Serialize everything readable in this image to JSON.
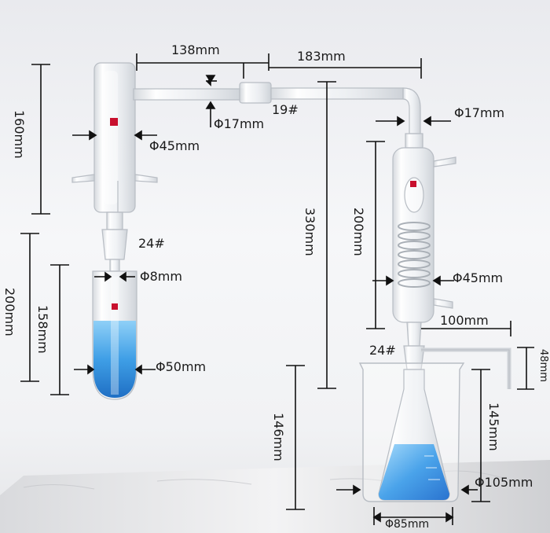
{
  "labels": {
    "top_left_width": "138mm",
    "top_right_width": "183mm",
    "side_tube_diameter": "Φ17mm",
    "condenser_top_diameter": "Φ17mm",
    "joint_19": "19#",
    "extractor_height": "160mm",
    "extractor_diameter": "Φ45mm",
    "joint_24_left": "24#",
    "neck_diameter": "Φ8mm",
    "flask_total_height": "200mm",
    "flask_inner_height": "158mm",
    "flask_diameter": "Φ50mm",
    "overall_height": "330mm",
    "condenser_height": "200mm",
    "condenser_diameter": "Φ45mm",
    "outlet_length": "100mm",
    "joint_24_right": "24#",
    "outlet_drop": "48mm",
    "erlenmeyer_height": "146mm",
    "beaker_height": "145mm",
    "beaker_diameter": "Φ105mm",
    "erlenmeyer_base": "Φ85mm"
  },
  "colors": {
    "liquid": "#3f9fe6",
    "dimension_line": "#111111",
    "glass_edge": "#b8bdc4",
    "brand_mark": "#c8102e"
  }
}
